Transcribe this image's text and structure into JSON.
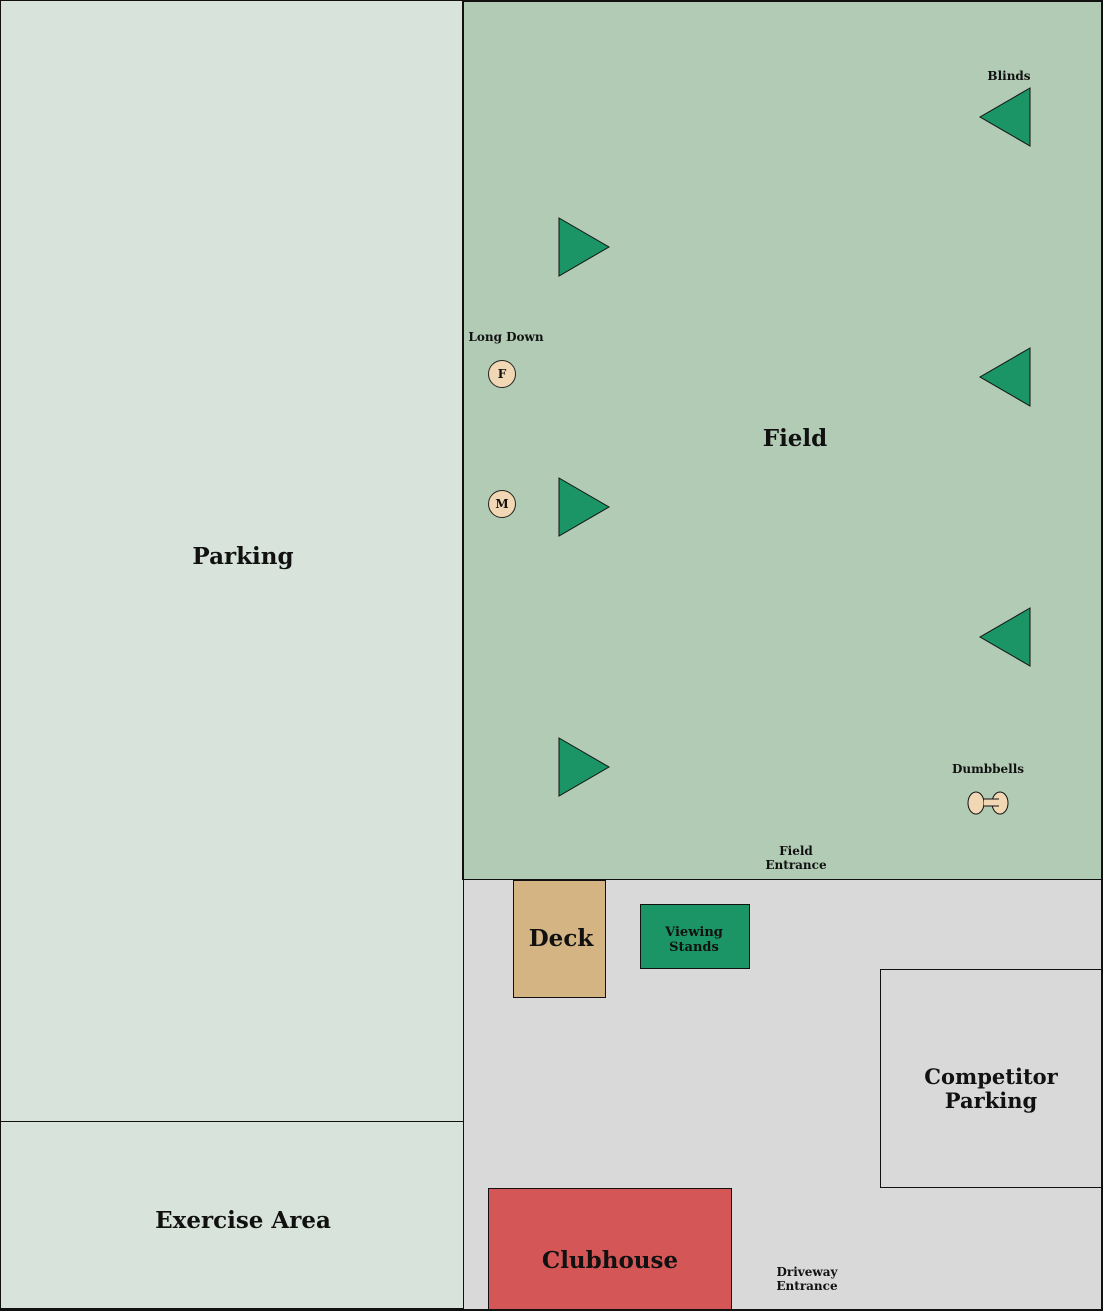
{
  "title": "Club Grounds Map",
  "colors": {
    "parking": "#d8e4db",
    "field": "#b2cbb5",
    "paved": "#d9d9d9",
    "deck": "#d4b483",
    "viewing_stands": "#1b9565",
    "clubhouse": "#d55656",
    "blind": "#1b9565",
    "marker": "#f2d7b4"
  },
  "zones": {
    "parking": "Parking",
    "exercise_area": "Exercise Area",
    "field": "Field",
    "deck": "Deck",
    "viewing_stands": "Viewing\nStands",
    "competitor_parking": "Competitor\nParking",
    "clubhouse": "Clubhouse"
  },
  "labels": {
    "blinds": "Blinds",
    "long_down": "Long Down",
    "dumbbells": "Dumbbells",
    "field_entrance": "Field\nEntrance",
    "driveway_entrance": "Driveway\nEntrance"
  },
  "markers": {
    "f": "F",
    "m": "M"
  },
  "blinds": {
    "right_facing_count": 3,
    "left_facing_count": 3
  }
}
